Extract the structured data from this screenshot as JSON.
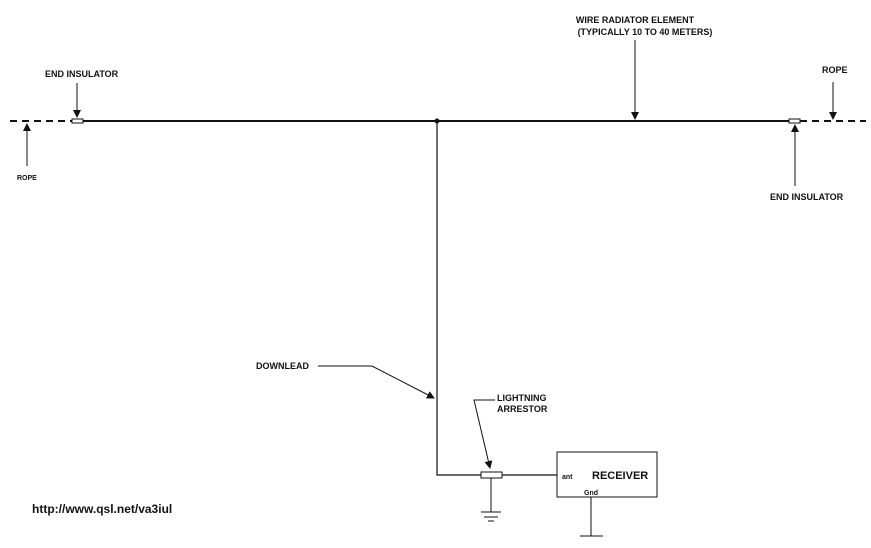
{
  "labels": {
    "end_insulator_left": "END INSULATOR",
    "rope_left": "ROPE",
    "wire_line1": "WIRE RADIATOR ELEMENT",
    "wire_line2": "(TYPICALLY 10 TO 40 METERS)",
    "rope_right": "ROPE",
    "end_insulator_right": "END INSULATOR",
    "downlead": "DOWNLEAD",
    "arrestor_line1": "LIGHTNING",
    "arrestor_line2": "ARRESTOR",
    "receiver": "RECEIVER",
    "ant": "ant",
    "gnd": "Gnd"
  },
  "url": "http://www.qsl.net/va3iul"
}
